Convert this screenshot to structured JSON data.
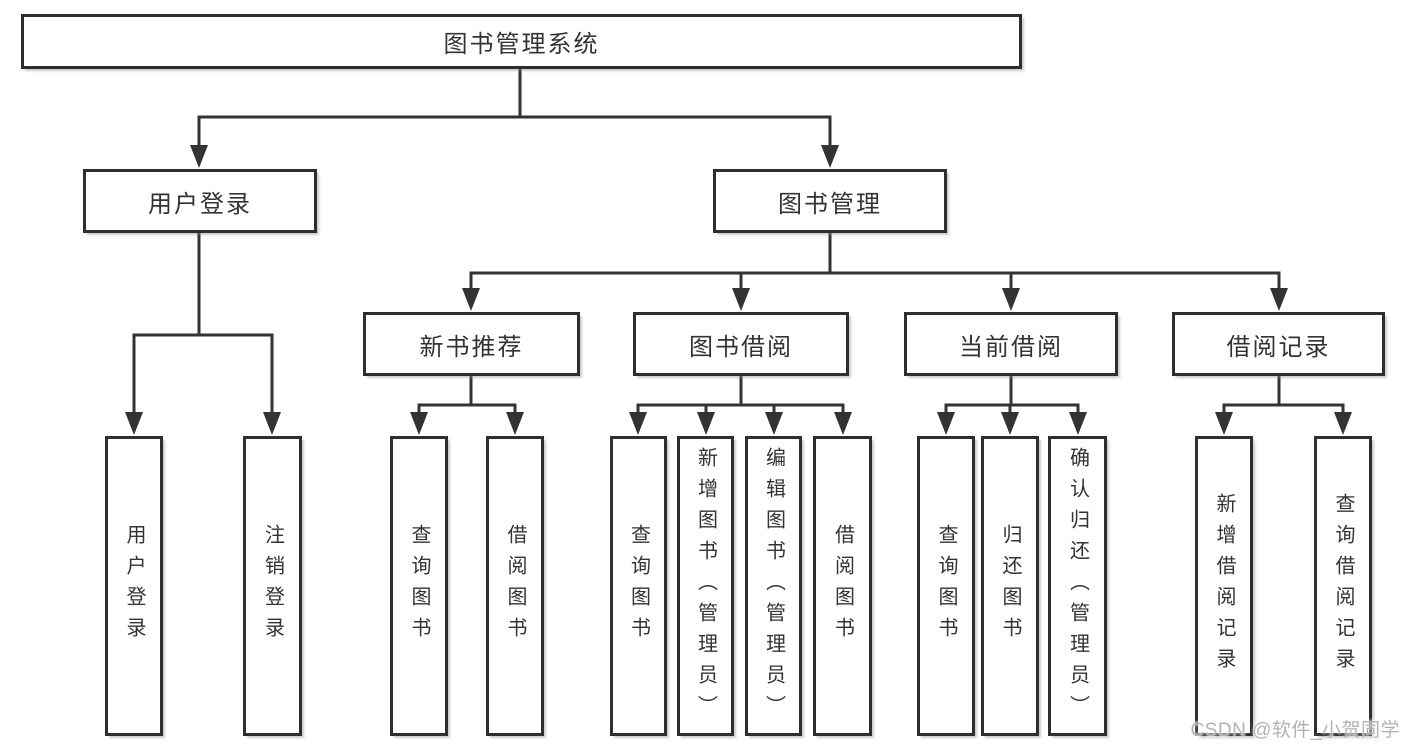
{
  "tree": {
    "root": {
      "label": "图书管理系统"
    },
    "branches": [
      {
        "label": "用户登录",
        "children": [
          {
            "label": "用户登录"
          },
          {
            "label": "注销登录"
          }
        ]
      },
      {
        "label": "图书管理",
        "children": [
          {
            "label": "新书推荐",
            "children": [
              {
                "label": "查询图书"
              },
              {
                "label": "借阅图书"
              }
            ]
          },
          {
            "label": "图书借阅",
            "children": [
              {
                "label": "查询图书"
              },
              {
                "label": "新增图书（管理员）"
              },
              {
                "label": "编辑图书（管理员）"
              },
              {
                "label": "借阅图书"
              }
            ]
          },
          {
            "label": "当前借阅",
            "children": [
              {
                "label": "查询图书"
              },
              {
                "label": "归还图书"
              },
              {
                "label": "确认归还（管理员）"
              }
            ]
          },
          {
            "label": "借阅记录",
            "children": [
              {
                "label": "新增借阅记录"
              },
              {
                "label": "查询借阅记录"
              }
            ]
          }
        ]
      }
    ]
  },
  "watermark": {
    "text": "CSDN @软件_小贺同学"
  },
  "colors": {
    "line": "#333333",
    "box_border": "#2e2e2e",
    "text": "#333333",
    "watermark": "#b3b3b3",
    "background": "#ffffff"
  }
}
